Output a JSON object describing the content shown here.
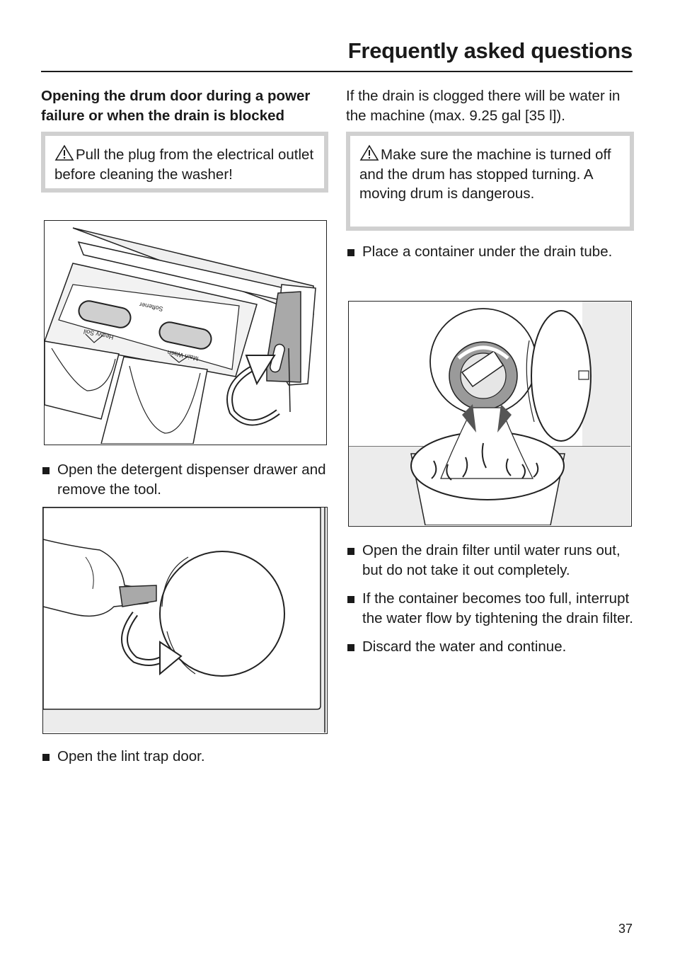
{
  "header": {
    "title": "Frequently asked questions"
  },
  "left": {
    "heading": "Opening the drum door during a power failure or when the drain is blocked",
    "warning": "Pull the plug from the electrical outlet before cleaning the washer!",
    "figure1": {
      "labels": {
        "heavy_soil": "Heavy Soil",
        "softener": "Softener",
        "main_wash": "Main Wash"
      }
    },
    "step1": "Open the detergent dispenser drawer and remove the tool.",
    "step2": "Open the lint trap door."
  },
  "right": {
    "intro": "If the drain is clogged there will be water in the machine (max. 9.25 gal [35 l]).",
    "warning": "Make sure the machine is turned off and the drum has stopped turning. A moving drum is dangerous.",
    "step1": "Place a container under the drain tube.",
    "step2": "Open the drain filter until water runs out, but do not take it out completely.",
    "step3": "If the container becomes too full, interrupt the water flow by tightening the drain filter.",
    "step4": "Discard the water and continue."
  },
  "footer": {
    "page_number": "37"
  }
}
